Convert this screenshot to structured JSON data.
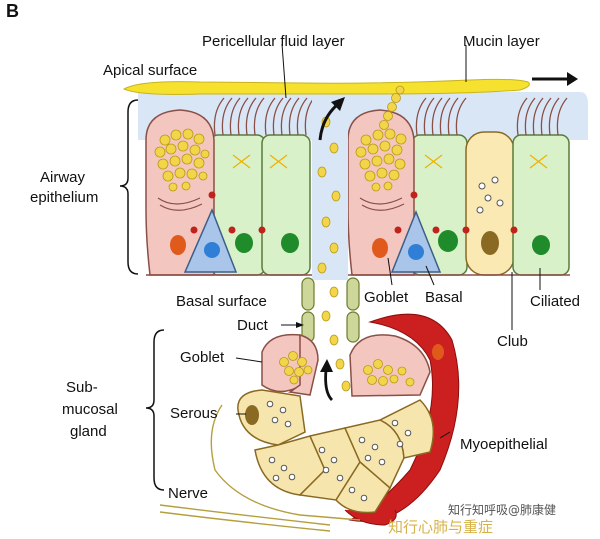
{
  "panel_letter": "B",
  "labels": {
    "pericellular": "Pericellular fluid layer",
    "mucin": "Mucin layer",
    "apical": "Apical surface",
    "airway1": "Airway",
    "airway2": "epithelium",
    "basal_surface": "Basal surface",
    "duct": "Duct",
    "goblet_top": "Goblet",
    "basal": "Basal",
    "ciliated": "Ciliated",
    "club": "Club",
    "goblet_gland": "Goblet",
    "sub1": "Sub-",
    "sub2": "mucosal",
    "sub3": "gland",
    "serous": "Serous",
    "myo": "Myoepithelial",
    "nerve": "Nerve"
  },
  "watermark": {
    "line1": "知行知呼吸@肺康健",
    "line2": "知行心肺与重症"
  },
  "colors": {
    "ciliated_cell": "#d8f1c8",
    "goblet_cell": "#f4c6c0",
    "club_cell": "#fbe9b4",
    "basal_cell": "#a9c5ea",
    "pcl": "#d9e6f6",
    "mucin": "#f5e12e",
    "mucus_granule": "#f2d548",
    "serous_cell": "#f6e6ad",
    "myoepithelial": "#cc1f1f",
    "nucleus_green": "#1f8b2a",
    "nucleus_red": "#e05a1c",
    "nucleus_blue": "#2f7fd6",
    "nucleus_brown": "#8a6a22"
  }
}
